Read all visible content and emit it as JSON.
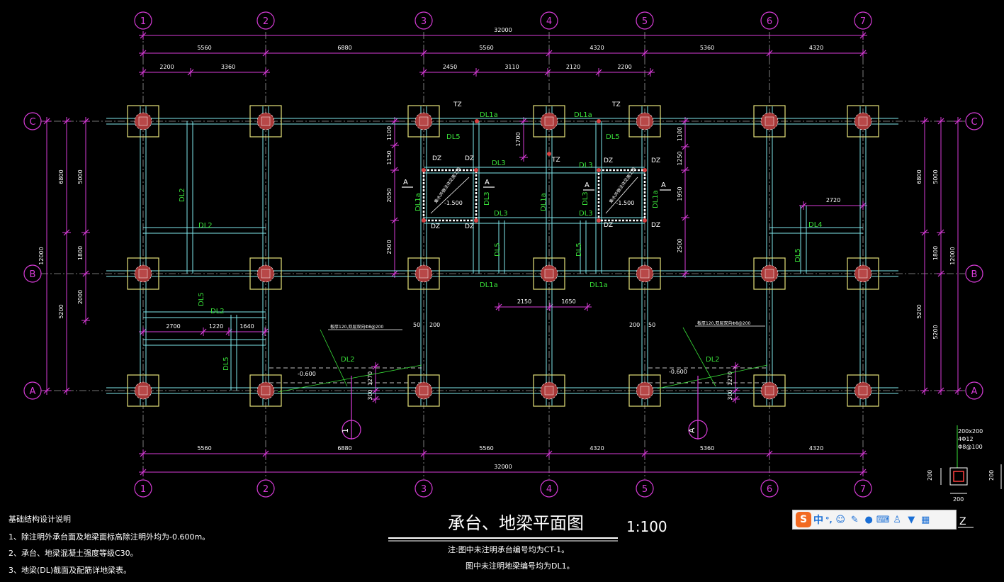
{
  "colors": {
    "axis": "#d83cd8",
    "beam": "#7fe7ec",
    "cap": "#e6e27a",
    "label": "#39e039",
    "text": "#ffffff",
    "column": "#a83838",
    "bg": "#000000"
  },
  "axes": {
    "cols": [
      "1",
      "2",
      "3",
      "4",
      "5",
      "6",
      "7"
    ],
    "rows": [
      "C",
      "B",
      "A"
    ]
  },
  "dims": {
    "total": "32000",
    "spans": [
      "5560",
      "6880",
      "5560",
      "4320",
      "5360",
      "4320"
    ],
    "upper_left": [
      "2200",
      "3360"
    ],
    "upper_mid": [
      "2450",
      "3110",
      "2120",
      "2200"
    ],
    "mid_bottom": [
      "2150",
      "1650"
    ],
    "left_lower": [
      "2700",
      "1220",
      "1640"
    ],
    "left_outer": "12000",
    "left_outer2": [
      "6800",
      "5200"
    ],
    "left_inner": [
      "5000",
      "1800",
      "2000"
    ],
    "right_inner": [
      "5000",
      "1800",
      "5200"
    ],
    "right_outer2": [
      "6800",
      "5200"
    ],
    "right_outer": "12000",
    "core_v": [
      "1100",
      "1150",
      "2050",
      "2500"
    ],
    "core_v2": [
      "1100",
      "1250",
      "1950",
      "2500"
    ],
    "pit": "1700",
    "dl4": "2720",
    "small": [
      "50",
      "200",
      "200",
      "50"
    ],
    "step": [
      "1270",
      "300"
    ]
  },
  "beam_labels": {
    "dl1a": "DL1a",
    "dl2": "DL2",
    "dl3": "DL3",
    "dl4": "DL4",
    "dl5": "DL5",
    "dz": "DZ",
    "tz": "TZ"
  },
  "elev": {
    "pit": "-1.500",
    "floor": "-0.600"
  },
  "pit_note": "集水井做法详见施工图",
  "leader_note": "板厚120,双层双向Φ8@200",
  "section": {
    "mark1": "1",
    "markA": "A",
    "cut": "A"
  },
  "detail": {
    "size": "200x200",
    "rebar": "4Φ12",
    "stirrup": "Φ8@100",
    "w": "200",
    "h": "200",
    "h2": "200",
    "t": "Z"
  },
  "title": {
    "main": "承台、地梁平面图",
    "scale": "1:100"
  },
  "notes": {
    "heading": "基础结构设计说明",
    "items": [
      "1、除注明外承台面及地梁面标高除注明外均为-0.600m。",
      "2、承台、地梁混凝土强度等级C30。",
      "3、地梁(DL)截面及配筋详地梁表。"
    ]
  },
  "footnotes": [
    "注:图中未注明承台编号均为CT-1。",
    "图中未注明地梁编号均为DL1。"
  ],
  "ime": {
    "logo": "S",
    "lang": "中",
    "punct": "°,",
    "items": [
      "emoji",
      "mic",
      "keyboard",
      "user",
      "shirt",
      "grid"
    ]
  }
}
